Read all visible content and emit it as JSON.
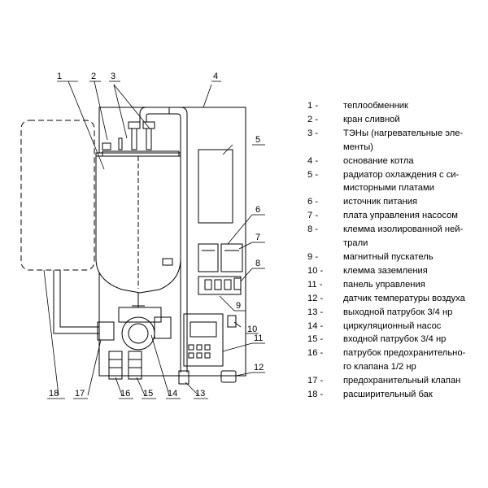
{
  "callouts": [
    "1",
    "2",
    "3",
    "4",
    "5",
    "6",
    "7",
    "8",
    "9",
    "10",
    "11",
    "12",
    "13",
    "14",
    "15",
    "16",
    "17",
    "18"
  ],
  "legend": [
    {
      "num": "1 -",
      "text": "теплообменник"
    },
    {
      "num": "2 -",
      "text": "кран сливной"
    },
    {
      "num": "3 -",
      "text": "ТЭНы (нагревательные эле-\nменты)"
    },
    {
      "num": "4 -",
      "text": "основание котла"
    },
    {
      "num": "5 -",
      "text": "радиатор охлаждения с си-\nмисторными платами"
    },
    {
      "num": "6 -",
      "text": "источник питания"
    },
    {
      "num": "7 -",
      "text": "плата управления насосом"
    },
    {
      "num": "8 -",
      "text": "клемма изолированной ней-\nтрали"
    },
    {
      "num": "9 -",
      "text": "магнитный пускатель"
    },
    {
      "num": "10 -",
      "text": "клемма заземления"
    },
    {
      "num": "11 -",
      "text": "панель управления"
    },
    {
      "num": "12 -",
      "text": "датчик температуры воздуха"
    },
    {
      "num": "13 -",
      "text": "выходной патрубок 3/4 нр"
    },
    {
      "num": "14 -",
      "text": "циркуляционный насос"
    },
    {
      "num": "15 -",
      "text": "входной патрубок 3/4 нр"
    },
    {
      "num": "16 -",
      "text": "патрубок предохранительно-\nго клапана 1/2 нр"
    },
    {
      "num": "17 -",
      "text": "предохранительный клапан"
    },
    {
      "num": "18 -",
      "text": "расширительный бак"
    }
  ]
}
